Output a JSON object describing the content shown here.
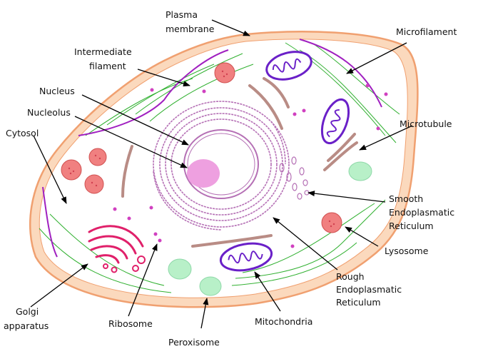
{
  "labels": {
    "plasma_membrane": [
      "Plasma",
      "membrane"
    ],
    "microfilament": [
      "Microfilament"
    ],
    "intermediate_filament": [
      "Intermediate",
      "filament"
    ],
    "nucleus": [
      "Nucleus"
    ],
    "nucleolus": [
      "Nucleolus"
    ],
    "cytosol": [
      "Cytosol"
    ],
    "microtubule": [
      "Microtubule"
    ],
    "smooth_er": [
      "Smooth",
      "Endoplasmatic",
      "Reticulum"
    ],
    "lysosome": [
      "Lysosome"
    ],
    "rough_er": [
      "Rough",
      "Endoplasmatic",
      "Reticulum"
    ],
    "golgi": [
      "Golgi",
      "apparatus"
    ],
    "ribosome": [
      "Ribosome"
    ],
    "mitochondria": [
      "Mitochondria"
    ],
    "peroxisome": [
      "Peroxisome"
    ]
  },
  "colors": {
    "membrane_fill": "#fbd9bd",
    "membrane_stroke": "#f0a070",
    "cytoplasm": "#ffffff",
    "microfilament": "#a020c0",
    "intermediate_filament": "#30b030",
    "microtubule": "#b98c85",
    "nucleolus": "#eea0e0",
    "rough_er": "#b570b5",
    "mitochondria": "#6a20c8",
    "golgi": "#e0206a",
    "lysosome": "#f08080",
    "peroxisome": "#b8f0c8",
    "ribosome": "#d040c0"
  }
}
